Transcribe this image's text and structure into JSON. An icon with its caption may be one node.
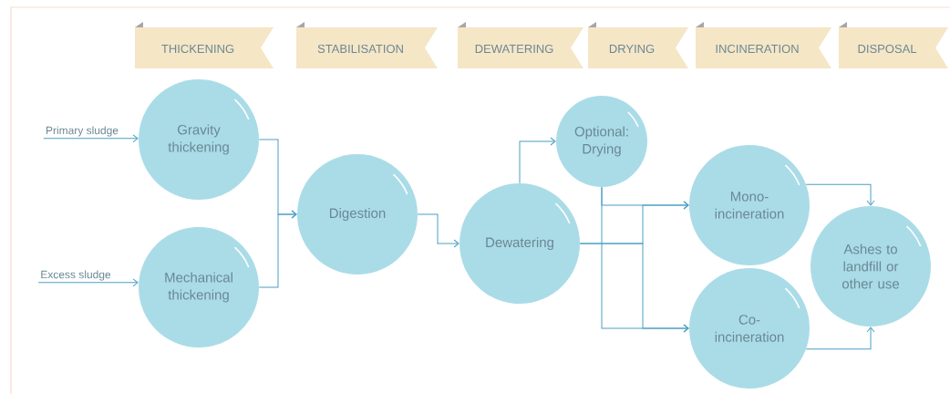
{
  "diagram": {
    "nodes": [
      {
        "text": [
          "THICKENING"
        ]
      },
      {
        "text": [
          "STABILISATION"
        ]
      },
      {
        "text": [
          "DEWATERING"
        ]
      },
      {
        "text": [
          "DRYING"
        ]
      },
      {
        "text": [
          "INCINERATION"
        ]
      },
      {
        "text": [
          "DISPOSAL"
        ]
      },
      {
        "text": [
          "Primary sludge"
        ]
      },
      {
        "text": [
          "Gravity thickening"
        ]
      },
      {
        "text": [
          "Excess sludge"
        ]
      },
      {
        "text": [
          "Mechanical thickening"
        ]
      },
      {
        "text": [
          "Digestion"
        ]
      },
      {
        "text": [
          "Dewatering"
        ]
      },
      {
        "text": [
          "Optional: Drying"
        ]
      },
      {
        "text": [
          "Mono- incineration"
        ]
      },
      {
        "text": [
          "Co- incineration"
        ]
      },
      {
        "text": [
          "Ashes to landfill or other use"
        ]
      }
    ],
    "edges": [
      {
        "from": 6,
        "to": 7,
        "arrow": "to"
      },
      {
        "from": 8,
        "to": 9,
        "arrow": "to"
      },
      {
        "from": 7,
        "to": 10,
        "arrow": "to"
      },
      {
        "from": 9,
        "to": 10,
        "arrow": "to"
      },
      {
        "from": 10,
        "to": 11,
        "arrow": "to"
      },
      {
        "from": 11,
        "to": 12,
        "arrow": "to"
      },
      {
        "from": 11,
        "to": 13,
        "arrow": "to"
      },
      {
        "from": 11,
        "to": 14,
        "arrow": "to"
      },
      {
        "from": 12,
        "to": 13,
        "arrow": "to"
      },
      {
        "from": 12,
        "to": 14,
        "arrow": "to"
      },
      {
        "from": 13,
        "to": 15,
        "arrow": "to"
      },
      {
        "from": 14,
        "to": 15,
        "arrow": "to"
      }
    ]
  }
}
